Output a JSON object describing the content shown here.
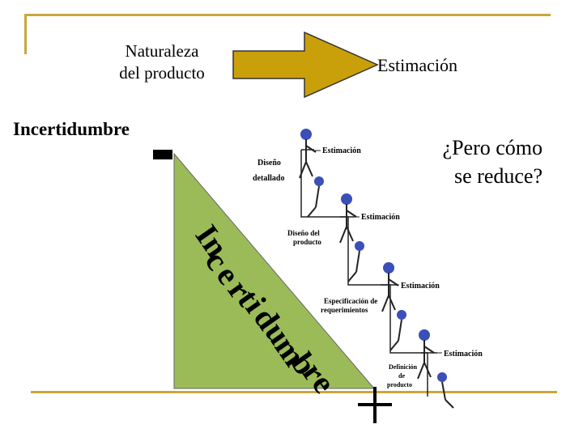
{
  "top": {
    "naturaleza_line1": "Naturaleza",
    "naturaleza_line2": "del producto",
    "estimacion": "Estimación"
  },
  "left": {
    "incertidumbre_title": "Incertidumbre",
    "minus_symbol": "-",
    "plus_symbol": "+"
  },
  "question": {
    "line1": "¿Pero cómo",
    "line2": "se reduce?"
  },
  "triangle": {
    "fill": "#9bbb59",
    "letters": [
      "In",
      "c",
      "e",
      "r",
      "t",
      "i",
      "d",
      "u",
      "m",
      "b",
      "r",
      "e"
    ]
  },
  "steps": [
    {
      "phase_line1": "Diseño",
      "phase_line2": "detallado",
      "estimate": "Estimación"
    },
    {
      "phase_line1": "Diseño del",
      "phase_line2": "producto",
      "estimate": "Estimación"
    },
    {
      "phase_line1": "Especificación de",
      "phase_line2": "requerimientos",
      "estimate": "Estimación"
    },
    {
      "phase_line1": "Definición",
      "phase_line2": "de",
      "phase_line3": "producto",
      "estimate": "Estimación"
    }
  ],
  "colors": {
    "frame": "#c8a83c",
    "arrow_fill": "#c9a00a",
    "flower": "#3b4fb8",
    "figure": "#222222"
  }
}
